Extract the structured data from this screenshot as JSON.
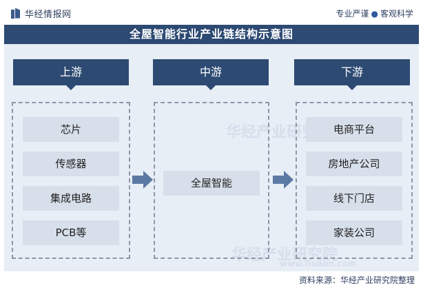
{
  "header": {
    "brand": "华经情报网",
    "slogan_left": "专业严谨",
    "slogan_right": "客观科学"
  },
  "title": "全屋智能行业产业链结构示意图",
  "columns": [
    {
      "label": "上游",
      "items": [
        "芯片",
        "传感器",
        "集成电路",
        "PCB等"
      ]
    },
    {
      "label": "中游",
      "items": [
        "全屋智能"
      ]
    },
    {
      "label": "下游",
      "items": [
        "电商平台",
        "房地产公司",
        "线下门店",
        "家装公司"
      ]
    }
  ],
  "watermarks": [
    "华经产业研究院",
    "www.huaon.com"
  ],
  "source": "资料来源：华经产业研究院整理",
  "colors": {
    "accent": "#2d4a73",
    "panel": "#e8eef6",
    "node": "#d7dfea",
    "arrow": "#5b7aa3"
  }
}
